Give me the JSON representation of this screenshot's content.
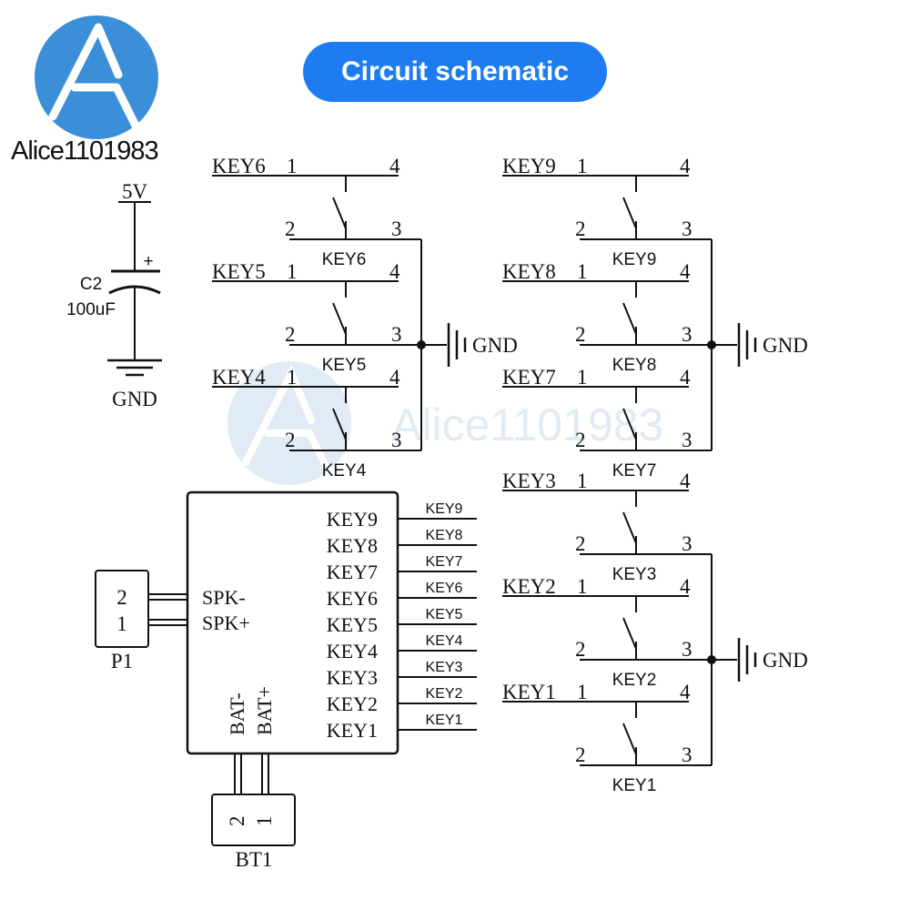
{
  "header": {
    "title": "Circuit schematic",
    "brand_text": "Alice1101983"
  },
  "watermark": {
    "text": "Alice1101983"
  },
  "colors": {
    "accent": "#1f7cf0",
    "logo": "#3b8fd9",
    "line": "#111111",
    "watermark": "#c9dcee"
  },
  "capacitor": {
    "supply": "5V",
    "ref": "C2",
    "value": "100uF",
    "polarity": "+",
    "ground": "GND"
  },
  "switch_groups": [
    {
      "ground": "GND",
      "switches": [
        {
          "net": "KEY6",
          "ref": "KEY6",
          "pins": [
            "1",
            "4",
            "2",
            "3"
          ]
        },
        {
          "net": "KEY5",
          "ref": "KEY5",
          "pins": [
            "1",
            "4",
            "2",
            "3"
          ]
        },
        {
          "net": "KEY4",
          "ref": "KEY4",
          "pins": [
            "1",
            "4",
            "2",
            "3"
          ]
        }
      ]
    },
    {
      "ground": "GND",
      "switches": [
        {
          "net": "KEY9",
          "ref": "KEY9",
          "pins": [
            "1",
            "4",
            "2",
            "3"
          ]
        },
        {
          "net": "KEY8",
          "ref": "KEY8",
          "pins": [
            "1",
            "4",
            "2",
            "3"
          ]
        },
        {
          "net": "KEY7",
          "ref": "KEY7",
          "pins": [
            "1",
            "4",
            "2",
            "3"
          ]
        }
      ]
    },
    {
      "ground": "GND",
      "switches": [
        {
          "net": "KEY3",
          "ref": "KEY3",
          "pins": [
            "1",
            "4",
            "2",
            "3"
          ]
        },
        {
          "net": "KEY2",
          "ref": "KEY2",
          "pins": [
            "1",
            "4",
            "2",
            "3"
          ]
        },
        {
          "net": "KEY1",
          "ref": "KEY1",
          "pins": [
            "1",
            "4",
            "2",
            "3"
          ]
        }
      ]
    }
  ],
  "ic": {
    "left_pins": [
      "SPK-",
      "SPK+"
    ],
    "key_pins": [
      "KEY9",
      "KEY8",
      "KEY7",
      "KEY6",
      "KEY5",
      "KEY4",
      "KEY3",
      "KEY2",
      "KEY1"
    ],
    "net_labels": [
      "KEY9",
      "KEY8",
      "KEY7",
      "KEY6",
      "KEY5",
      "KEY4",
      "KEY3",
      "KEY2",
      "KEY1"
    ],
    "bottom_pins": [
      "BAT-",
      "BAT+"
    ]
  },
  "connectors": {
    "speaker": {
      "ref": "P1",
      "pins": [
        "2",
        "1"
      ]
    },
    "battery": {
      "ref": "BT1",
      "pins": [
        "2",
        "1"
      ]
    }
  }
}
